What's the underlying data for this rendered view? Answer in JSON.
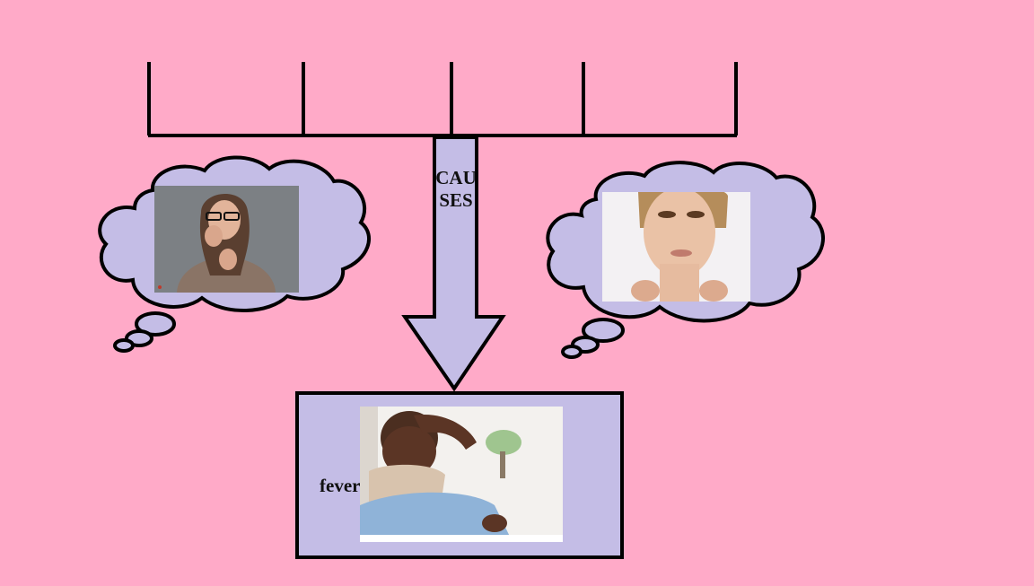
{
  "diagram": {
    "arrow_label": "CAUSES",
    "effect_label": "fever",
    "images": [
      {
        "name": "coughing-woman-photo",
        "description_icon": "photo-icon"
      },
      {
        "name": "sore-throat-woman-photo",
        "description_icon": "photo-icon"
      },
      {
        "name": "fever-man-photo",
        "description_icon": "photo-icon"
      }
    ]
  },
  "colors": {
    "background": "#ffaac8",
    "shape_fill": "#c4bde6",
    "outline": "#000000"
  }
}
